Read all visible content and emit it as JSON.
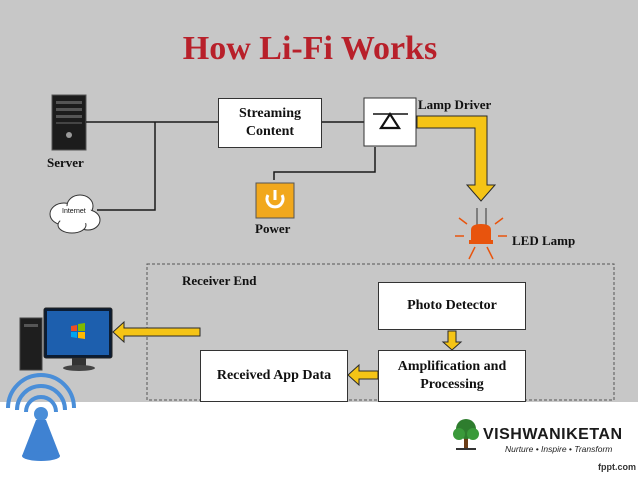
{
  "title": "How Li-Fi Works",
  "labels": {
    "server": "Server",
    "internet": "Internet",
    "power": "Power",
    "lamp_driver": "Lamp Driver",
    "led_lamp": "LED Lamp",
    "receiver_end": "Receiver End"
  },
  "boxes": {
    "streaming": "Streaming Content",
    "photo_detector": "Photo Detector",
    "amplification": "Amplification and Processing",
    "received_app_data": "Received App Data"
  },
  "logo": {
    "name": "VISHWANIKETAN",
    "tagline": "Nurture • Inspire • Transform"
  },
  "watermark": "fppt.com",
  "colors": {
    "title": "#b8202a",
    "background": "#c7c7c7",
    "arrow_fill": "#f5c416",
    "power_icon": "#f1a81d",
    "led_head": "#e8540d",
    "wifi": "#4a8ed8"
  }
}
